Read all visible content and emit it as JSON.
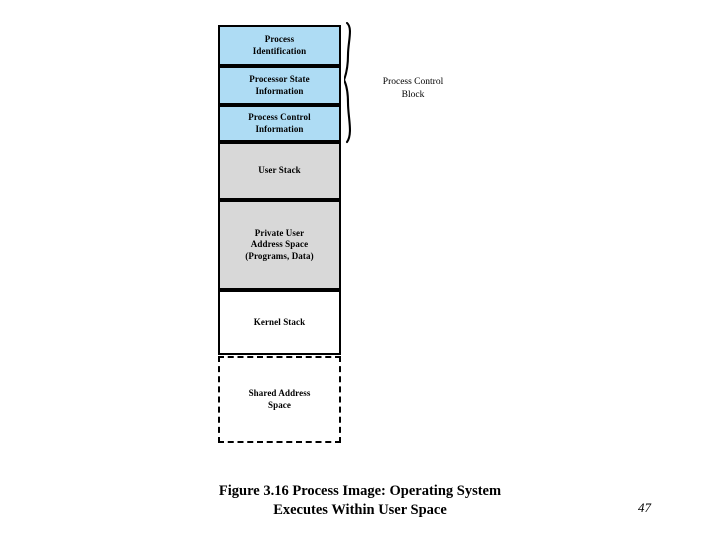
{
  "page": {
    "background": "#ffffff",
    "page_number": "47"
  },
  "figure": {
    "caption_line_1": "Figure 3.16   Process Image: Operating System",
    "caption_line_2": "Executes Within User Space",
    "colors": {
      "pcb_fill": "#aedcf4",
      "user_fill": "#d8d8d8",
      "kernel_fill": "#ffffff",
      "outline": "#000000"
    }
  },
  "diagram": {
    "type": "memory-layout-stack",
    "blocks": [
      {
        "label": "Process\nIdentification",
        "fill": "blue",
        "border": "solid",
        "group": "process-control-block"
      },
      {
        "label": "Processor State\nInformation",
        "fill": "blue",
        "border": "solid",
        "group": "process-control-block"
      },
      {
        "label": "Process Control\nInformation",
        "fill": "blue",
        "border": "solid",
        "group": "process-control-block"
      },
      {
        "label": "User Stack",
        "fill": "gray",
        "border": "solid",
        "group": "user-space"
      },
      {
        "label": "Private User\nAddress Space\n(Programs, Data)",
        "fill": "gray",
        "border": "solid",
        "group": "user-space"
      },
      {
        "label": "Kernel Stack",
        "fill": "white",
        "border": "solid",
        "group": "kernel"
      },
      {
        "label": "Shared Address\nSpace",
        "fill": "white",
        "border": "dashed",
        "group": "shared"
      }
    ],
    "annotation": {
      "brace_label": "Process Control\nBlock",
      "brace_spans_blocks": 3
    }
  }
}
